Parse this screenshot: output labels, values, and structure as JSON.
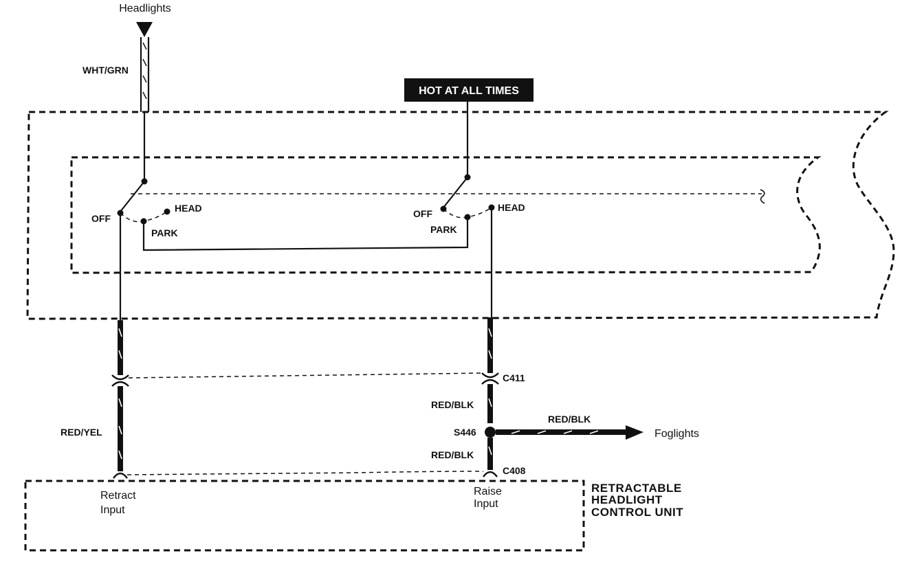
{
  "labels": {
    "headlights_in": "Headlights",
    "wht_grn": "WHT/GRN",
    "hot_at_all_times": "HOT AT ALL TIMES",
    "sw1_off": "OFF",
    "sw1_head": "HEAD",
    "sw1_park": "PARK",
    "sw2_off": "OFF",
    "sw2_head": "HEAD",
    "sw2_park": "PARK",
    "c411": "C411",
    "red_blk_upper": "RED/BLK",
    "s446": "S446",
    "red_blk_lower": "RED/BLK",
    "red_blk_fog": "RED/BLK",
    "foglights": "Foglights",
    "red_yel": "RED/YEL",
    "c408": "C408",
    "retract_1": "Retract",
    "retract_2": "Input",
    "raise_1": "Raise",
    "raise_2": "Input",
    "unit_1": "RETRACTABLE",
    "unit_2": "HEADLIGHT",
    "unit_3": "CONTROL UNIT"
  },
  "colors": {
    "ink": "#111111",
    "paper": "#ffffff"
  }
}
